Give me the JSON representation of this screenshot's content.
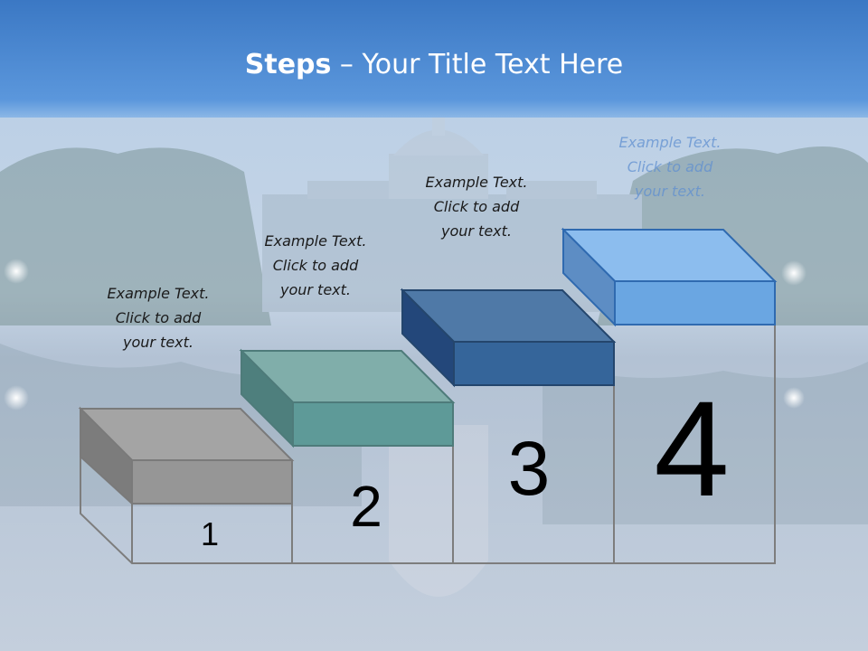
{
  "slide": {
    "title_bold": "Steps",
    "title_rest": " – Your Title Text Here"
  },
  "steps": [
    {
      "number": "1",
      "caption": [
        "Example Text.",
        "Click  to add",
        "your text."
      ],
      "color": "#9a9a9a"
    },
    {
      "number": "2",
      "caption": [
        "Example Text.",
        "Click  to add",
        "your text."
      ],
      "color": "#5e9a98"
    },
    {
      "number": "3",
      "caption": [
        "Example Text.",
        "Click  to add",
        "your text."
      ],
      "color": "#35659a"
    },
    {
      "number": "4",
      "caption": [
        "Example Text.",
        "Click  to add",
        "your text."
      ],
      "color": "#6aa6e2"
    }
  ],
  "colors": {
    "header_top": "#3f7fc9",
    "header_bottom": "#5f9ade",
    "sky": "#c9d9ea",
    "water": "#b8c6d8",
    "step_outline": "#7d7d7d"
  }
}
